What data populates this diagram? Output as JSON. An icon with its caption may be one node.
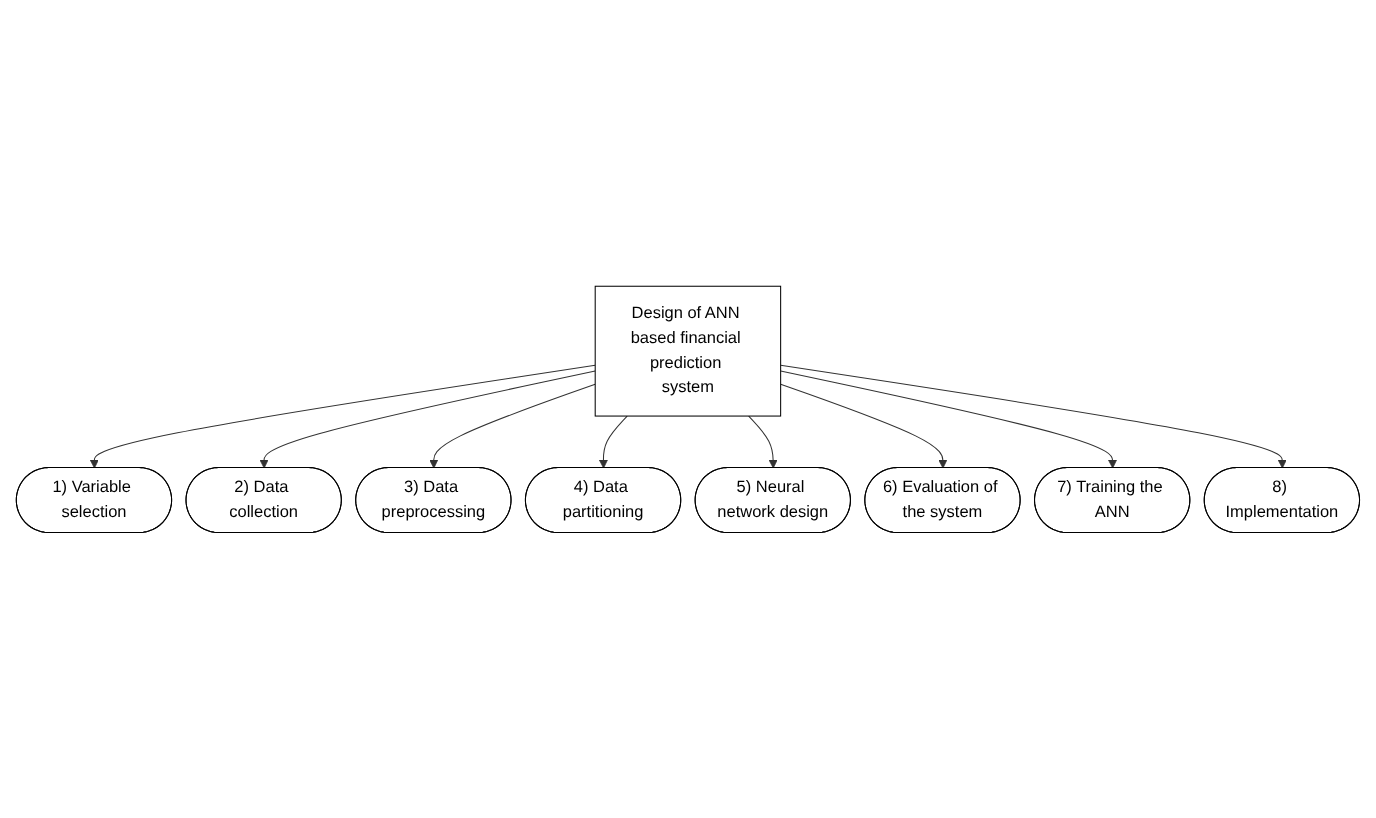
{
  "diagram": {
    "nodes": [
      {
        "text": [
          "1) Variable selection"
        ]
      },
      {
        "text": [
          "2) Data collection"
        ]
      },
      {
        "text": [
          "3) Data preprocessing"
        ]
      },
      {
        "text": [
          "4) Data partitioning"
        ]
      },
      {
        "text": [
          "Design of ANN based financial prediction system"
        ]
      },
      {
        "text": [
          "5) Neural network design"
        ]
      },
      {
        "text": [
          "6) Evaluation of the system"
        ]
      },
      {
        "text": [
          "7) Training the ANN"
        ]
      },
      {
        "text": [
          "8) Implementation"
        ]
      }
    ],
    "edges": [
      {
        "from": 4,
        "to": 0,
        "arrow": "to"
      },
      {
        "from": 4,
        "to": 1,
        "arrow": "to"
      },
      {
        "from": 4,
        "to": 2,
        "arrow": "to"
      },
      {
        "from": 4,
        "to": 3,
        "arrow": "to"
      },
      {
        "from": 4,
        "to": 5,
        "arrow": "to"
      },
      {
        "from": 4,
        "to": 6,
        "arrow": "to"
      },
      {
        "from": 4,
        "to": 7,
        "arrow": "to"
      },
      {
        "from": 4,
        "to": 8,
        "arrow": "to"
      }
    ]
  }
}
